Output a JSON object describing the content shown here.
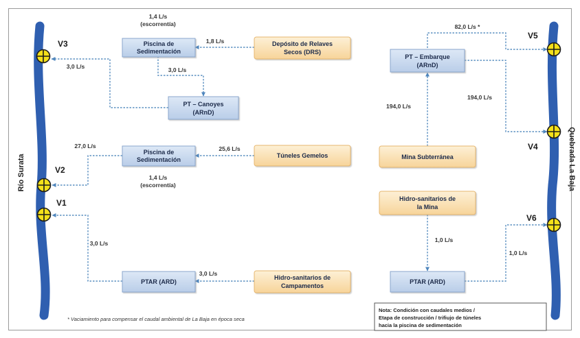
{
  "rivers": {
    "left": "Río Surata",
    "right": "Quebrada La Baja"
  },
  "points": {
    "v1": "V1",
    "v2": "V2",
    "v3": "V3",
    "v4": "V4",
    "v5": "V5",
    "v6": "V6"
  },
  "boxes": {
    "piscina_top_line1": "Piscina de",
    "piscina_top_line2": "Sedimentación",
    "depositos_line1": "Depósito de Relaves",
    "depositos_line2": "Secos (DRS)",
    "pt_canoyes_line1": "PT – Canoyes",
    "pt_canoyes_line2": "(ARnD)",
    "piscina_mid_line1": "Piscina de",
    "piscina_mid_line2": "Sedimentación",
    "tuneles": "Túneles Gemelos",
    "ptar_left": "PTAR (ARD)",
    "hidro_camp_line1": "Hidro-sanitarios de",
    "hidro_camp_line2": "Campamentos",
    "pt_embarque_line1": "PT – Embarque",
    "pt_embarque_line2": "(ARnD)",
    "mina": "Mina Subterránea",
    "hidro_mina_line1": "Hidro-sanitarios de",
    "hidro_mina_line2": "la Mina",
    "ptar_right": "PTAR (ARD)"
  },
  "flows": {
    "escorrentia_top_value": "1,4 L/s",
    "escorrentia_top_label": "(escorrentía)",
    "drs_to_piscina": "1,8 L/s",
    "piscina_to_pt": "3,0 L/s",
    "pt_to_v3": "3,0 L/s",
    "piscina_mid_to_v2": "27,0 L/s",
    "tuneles_to_piscina": "25,6 L/s",
    "escorrentia_mid_value": "1,4 L/s",
    "escorrentia_mid_label": "(escorrentía)",
    "ptar_to_v1": "3,0 L/s",
    "hidro_to_ptar_left": "3,0 L/s",
    "embarque_to_v5": "82,0 L/s *",
    "mina_to_embarque": "194,0 L/s",
    "embarque_to_v4": "194,0 L/s",
    "hidro_mina_to_ptar": "1,0 L/s",
    "ptar_right_to_v6": "1,0 L/s"
  },
  "note": {
    "line1": "Nota: Condición con caudales medios /",
    "line2": "Etapa de construcción / trifiujo de túneles",
    "line3": "hacia la piscina de sedimentación"
  },
  "footnote": "* Vaciamiento para compensar el caudal ambiental de La Baja en época seca",
  "colors": {
    "river": "#2f5fb0",
    "node_fill": "#f4e01a",
    "blue_box": "#c9d9ef",
    "orange_box": "#fbe3ba",
    "connector": "#5a8fc0"
  }
}
